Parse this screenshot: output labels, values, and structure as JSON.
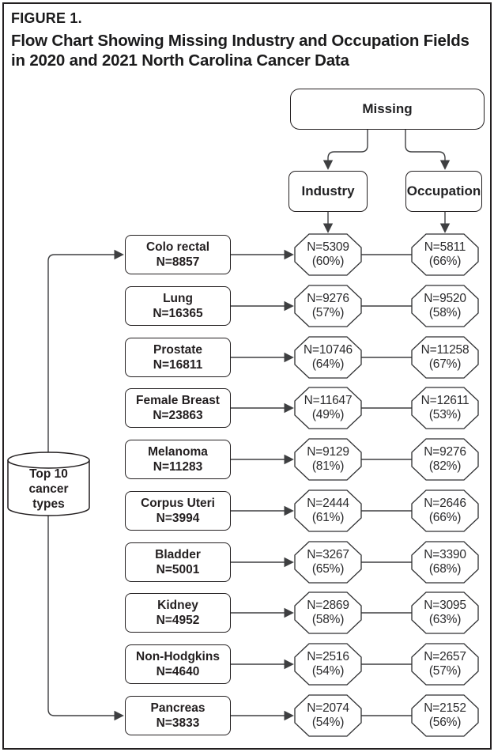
{
  "figure": {
    "label": "FIGURE 1.",
    "title_line1": "Flow Chart Showing Missing Industry and Occupation Fields",
    "title_line2": "in 2020 and 2021 North Carolina Cancer Data"
  },
  "colors": {
    "ink": "#231f20",
    "connector": "#3e3f41",
    "background": "#ffffff"
  },
  "nodes": {
    "missing": "Missing",
    "industry": "Industry",
    "occupation": "Occupation"
  },
  "source_cylinder": {
    "line1": "Top 10",
    "line2": "cancer",
    "line3": "types"
  },
  "rows": [
    {
      "type": "Colo rectal",
      "n": "N=8857",
      "industry_n": "N=5309",
      "industry_pct": "(60%)",
      "occupation_n": "N=5811",
      "occupation_pct": "(66%)"
    },
    {
      "type": "Lung",
      "n": "N=16365",
      "industry_n": "N=9276",
      "industry_pct": "(57%)",
      "occupation_n": "N=9520",
      "occupation_pct": "(58%)"
    },
    {
      "type": "Prostate",
      "n": "N=16811",
      "industry_n": "N=10746",
      "industry_pct": "(64%)",
      "occupation_n": "N=11258",
      "occupation_pct": "(67%)"
    },
    {
      "type": "Female Breast",
      "n": "N=23863",
      "industry_n": "N=11647",
      "industry_pct": "(49%)",
      "occupation_n": "N=12611",
      "occupation_pct": "(53%)"
    },
    {
      "type": "Melanoma",
      "n": "N=11283",
      "industry_n": "N=9129",
      "industry_pct": "(81%)",
      "occupation_n": "N=9276",
      "occupation_pct": "(82%)"
    },
    {
      "type": "Corpus Uteri",
      "n": "N=3994",
      "industry_n": "N=2444",
      "industry_pct": "(61%)",
      "occupation_n": "N=2646",
      "occupation_pct": "(66%)"
    },
    {
      "type": "Bladder",
      "n": "N=5001",
      "industry_n": "N=3267",
      "industry_pct": "(65%)",
      "occupation_n": "N=3390",
      "occupation_pct": "(68%)"
    },
    {
      "type": "Kidney",
      "n": "N=4952",
      "industry_n": "N=2869",
      "industry_pct": "(58%)",
      "occupation_n": "N=3095",
      "occupation_pct": "(63%)"
    },
    {
      "type": "Non-Hodgkins",
      "n": "N=4640",
      "industry_n": "N=2516",
      "industry_pct": "(54%)",
      "occupation_n": "N=2657",
      "occupation_pct": "(57%)"
    },
    {
      "type": "Pancreas",
      "n": "N=3833",
      "industry_n": "N=2074",
      "industry_pct": "(54%)",
      "occupation_n": "N=2152",
      "occupation_pct": "(56%)"
    }
  ]
}
